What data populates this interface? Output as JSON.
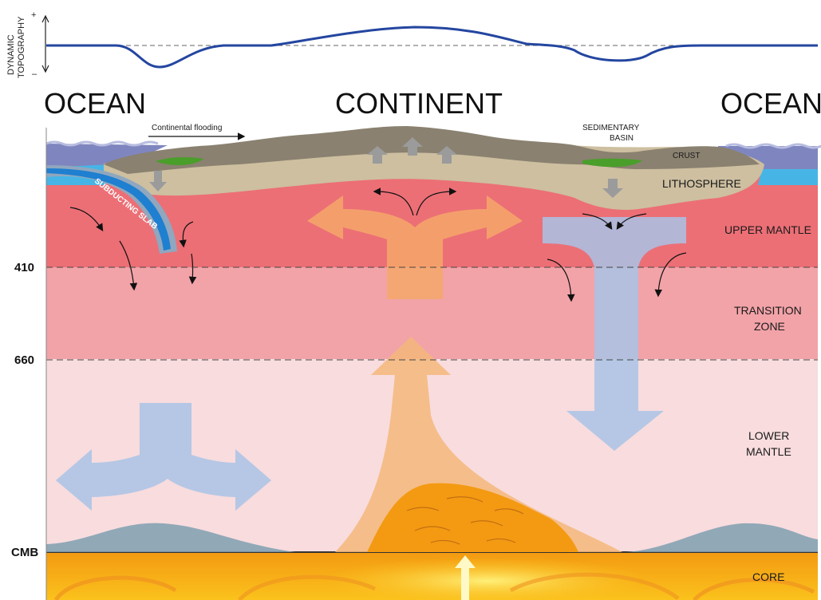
{
  "topography": {
    "axis_label_line1": "DYNAMIC",
    "axis_label_line2": "TOPOGRAPHY",
    "plus": "+",
    "minus": "–"
  },
  "headings": {
    "left": "OCEAN",
    "center": "CONTINENT",
    "right": "OCEAN"
  },
  "annotations": {
    "continental_flooding": "Continental flooding",
    "sedimentary_basin_line1": "SEDIMENTARY",
    "sedimentary_basin_line2": "BASIN",
    "crust": "CRUST",
    "lithosphere": "LITHOSPHERE",
    "subducting_slab": "SUBDUCTING SLAB"
  },
  "layers": {
    "upper_mantle": "UPPER MANTLE",
    "transition_line1": "TRANSITION",
    "transition_line2": "ZONE",
    "lower_line1": "LOWER",
    "lower_line2": "MANTLE",
    "core": "CORE"
  },
  "depths": {
    "d410": "410",
    "d660": "660",
    "cmb": "CMB"
  },
  "colors": {
    "ocean": "#7f86bf",
    "crust": "#8a8170",
    "lithosphere": "#cdbfa0",
    "upper_mantle": "#ec6f76",
    "transition_zone": "#f2a3a8",
    "lower_mantle": "#f8dcde",
    "core": "#f7b51b",
    "downwelling": "#a9c3e6",
    "upwelling": "#f5b77a",
    "topography_curve": "#2446a0"
  }
}
